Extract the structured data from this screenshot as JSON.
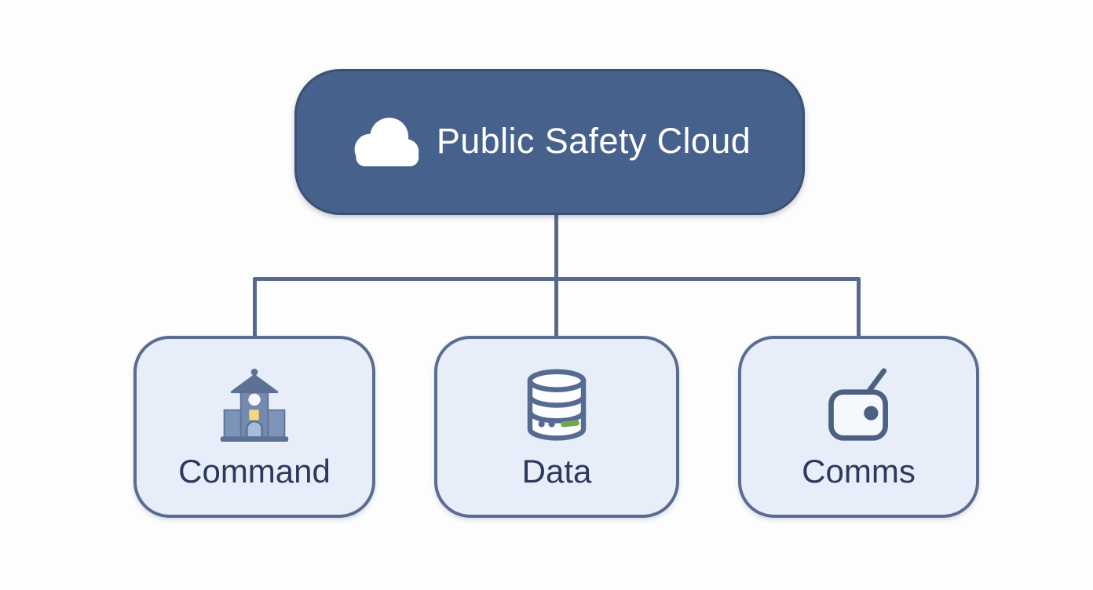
{
  "diagram": {
    "root": {
      "label": "Public Safety Cloud",
      "icon": "cloud-icon"
    },
    "children": [
      {
        "label": "Command",
        "icon": "building-icon"
      },
      {
        "label": "Data",
        "icon": "database-icon"
      },
      {
        "label": "Comms",
        "icon": "radio-icon"
      }
    ]
  },
  "colors": {
    "background": "#fdfdfd",
    "root_fill": "#47618d",
    "root_border": "#3d5074",
    "root_text": "#ffffff",
    "child_fill": "#e8eef9",
    "child_border": "#5a6d90",
    "connector": "#56698e",
    "label_text": "#2b3a5c",
    "icon_slate": "#566b90",
    "icon_green": "#6fa84e",
    "icon_window_yellow": "#f2d980"
  }
}
